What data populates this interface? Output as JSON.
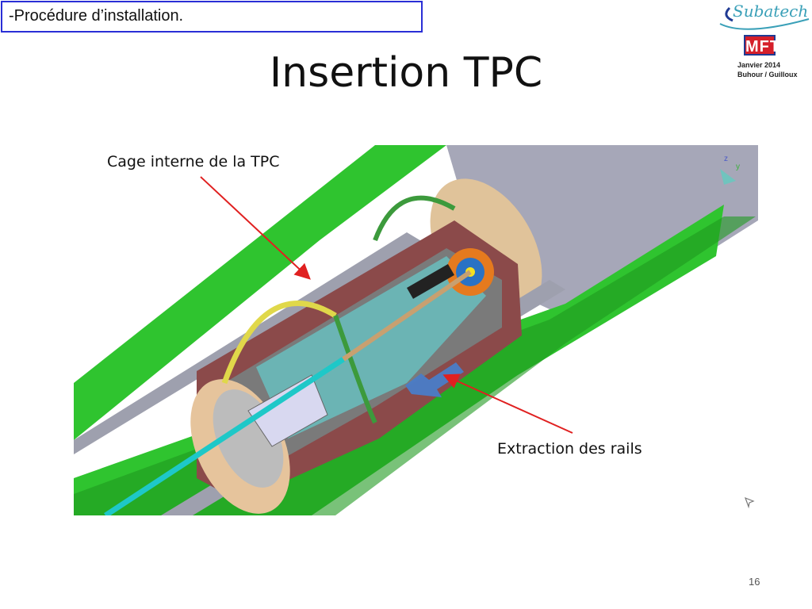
{
  "header": {
    "section": "-Procédure d’installation.",
    "title": "Insertion TPC"
  },
  "logo": {
    "subatech": "Subatech",
    "mft": "MFT",
    "date": "Janvier 2014",
    "authors": "Buhour / Guilloux"
  },
  "annotations": {
    "cage_label": "Cage interne de la TPC",
    "extraction_label": "Extraction des rails"
  },
  "footer": {
    "page_number": "16"
  },
  "colors": {
    "section_border": "#2a2fd6",
    "arrow_red": "#e02020",
    "shell_green": "#2fc42f",
    "cage_brown": "#8b4a4a",
    "beam_cyan": "#1ec8c8",
    "extraction_arrow": "#4a7cc7"
  }
}
